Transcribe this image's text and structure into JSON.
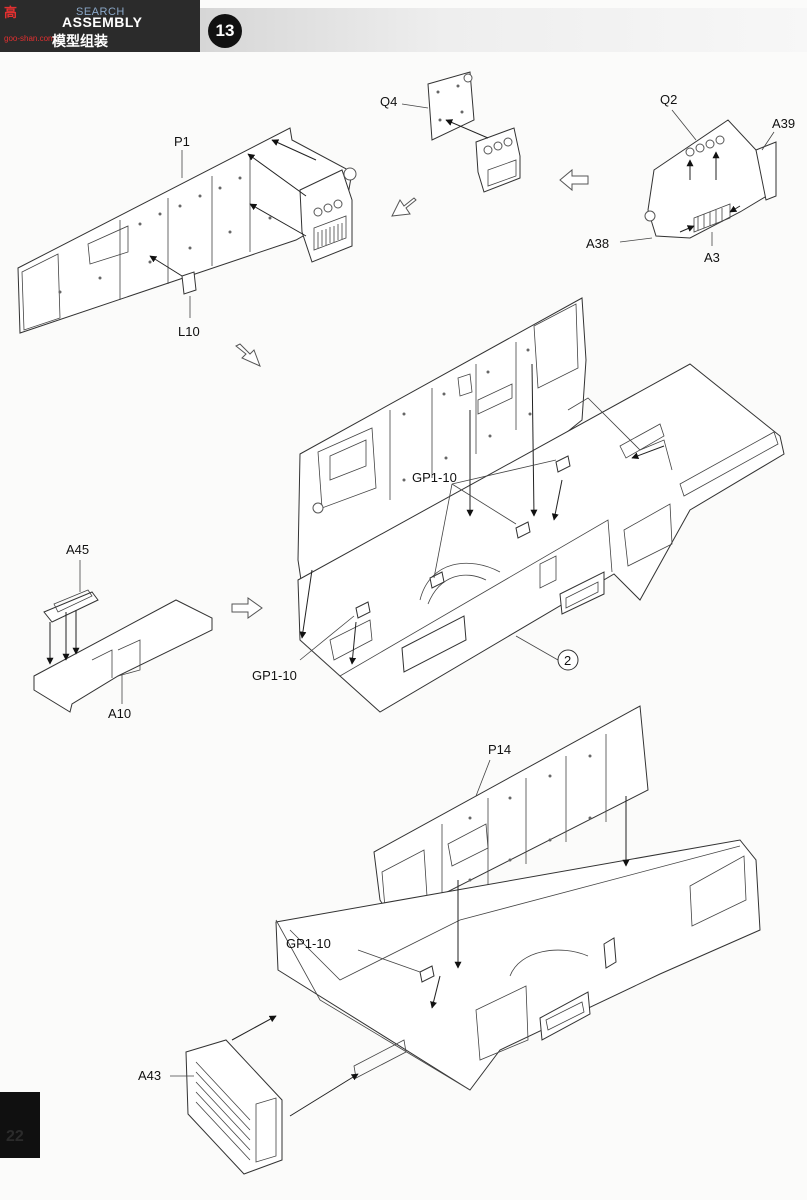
{
  "header": {
    "title_en": "ASSEMBLY",
    "title_cn": "模型组装",
    "step_number": "13"
  },
  "watermark": {
    "logo_text": "高",
    "search_text": "SEARCH",
    "url_text": "goo-shan.com"
  },
  "callouts": {
    "p1": "P1",
    "q4": "Q4",
    "q2": "Q2",
    "a39": "A39",
    "a38": "A38",
    "a3": "A3",
    "l10": "L10",
    "gp1_10_a": "GP1-10",
    "gp1_10_b": "GP1-10",
    "gp1_10_c": "GP1-10",
    "a45": "A45",
    "a10": "A10",
    "sub_assembly": "2",
    "p14": "P14",
    "a43": "A43"
  },
  "footer": {
    "page_number": "22"
  },
  "colors": {
    "header_bg": "#2b2b2b",
    "badge_bg": "#111111",
    "line": "#222222"
  }
}
